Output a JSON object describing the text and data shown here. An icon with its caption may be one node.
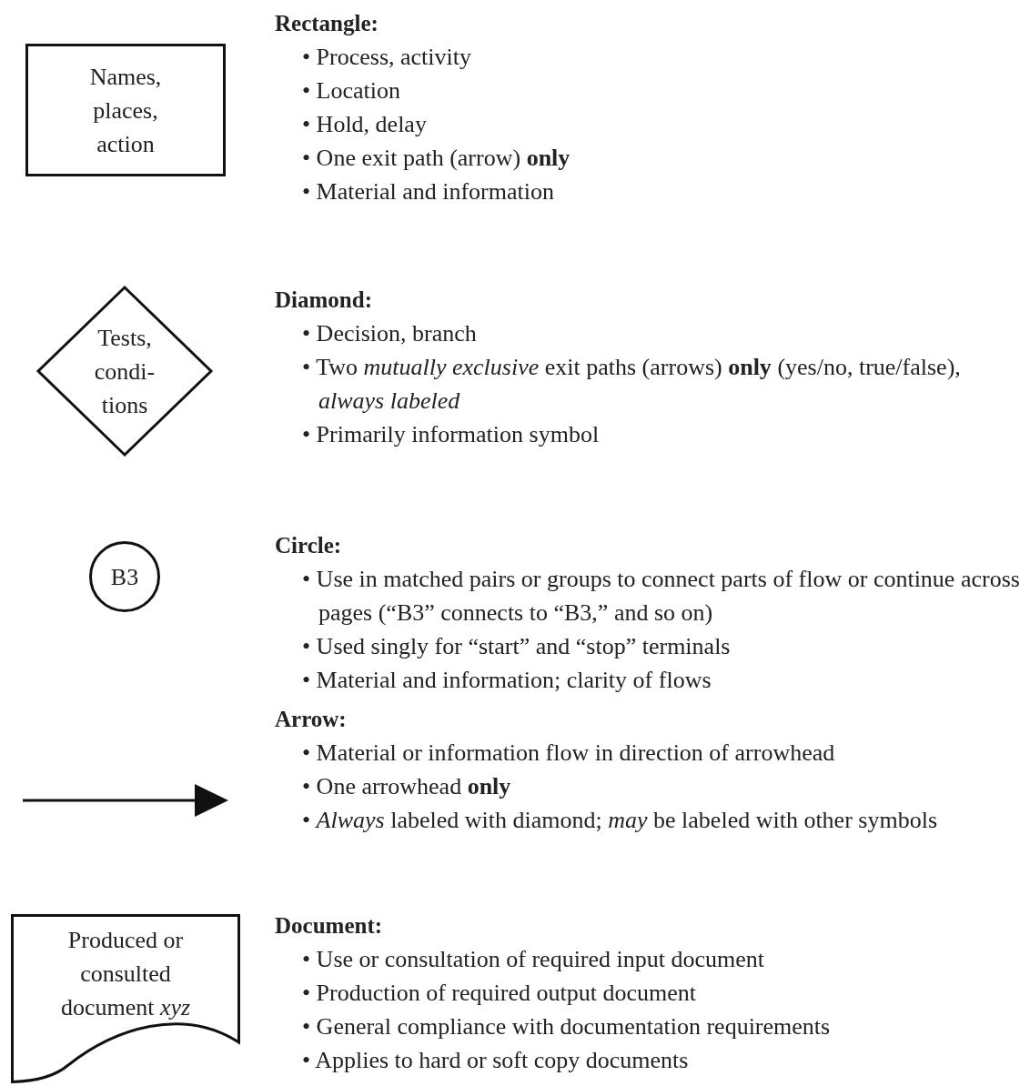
{
  "diagram": {
    "nodes": [
      {
        "text": [
          "Names, places, action"
        ]
      },
      {
        "text": [
          "Tests, condi- tions"
        ]
      },
      {
        "text": [
          "B3"
        ]
      },
      {
        "text": [
          "Produced or consulted document *xyz*"
        ]
      }
    ],
    "labels": [
      "Rectangle:",
      "• Process, activity",
      "• Location",
      "• Hold, delay",
      "• One exit path (arrow) **only**",
      "• Material and information",
      "Diamond:",
      "• Decision, branch",
      "• Two *mutually exclusive* exit paths (arrows) **only** (yes/no, true/false), *always labeled*",
      "• Primarily information symbol",
      "Circle:",
      "• Use in matched pairs or groups to connect parts of flow or continue across pages (“B3” connects to “B3,” and so on)",
      "• Used singly for “start” and “stop” terminals",
      "• Material and information; clarity of flows",
      "Arrow:",
      "• Material or information flow in direction of arrowhead",
      "• One arrowhead **only**",
      "• *Always* labeled with diamond; *may* be labeled with other symbols",
      "Document:",
      "• Use or consultation of required input document",
      "• Production of required output document",
      "• General compliance with documentation requirements",
      "• Applies to hard or soft copy documents"
    ]
  }
}
